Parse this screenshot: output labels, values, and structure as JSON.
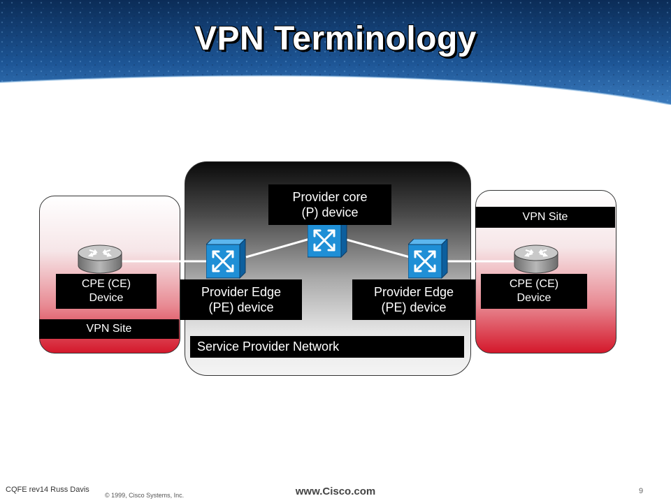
{
  "slide": {
    "title": "VPN Terminology",
    "footer": {
      "left": "CQFE rev14 Russ Davis",
      "copyright": "© 1999, Cisco Systems, Inc.",
      "url": "www.Cisco.com",
      "page": "9"
    }
  },
  "diagram": {
    "left_site": {
      "site_label": "VPN Site",
      "device_label": [
        "CPE (CE)",
        "Device"
      ]
    },
    "right_site": {
      "site_label": "VPN Site",
      "device_label": [
        "CPE (CE)",
        "Device"
      ]
    },
    "provider_network": {
      "network_label": "Service Provider Network",
      "core_label": [
        "Provider core",
        "(P) device"
      ],
      "left_pe_label": [
        "Provider Edge",
        "(PE) device"
      ],
      "right_pe_label": [
        "Provider Edge",
        "(PE) device"
      ]
    }
  },
  "colors": {
    "header_blue": "#1a4f8c",
    "switch_blue": "#1f8fd6",
    "site_red": "#d4182b",
    "label_black": "#000000"
  }
}
